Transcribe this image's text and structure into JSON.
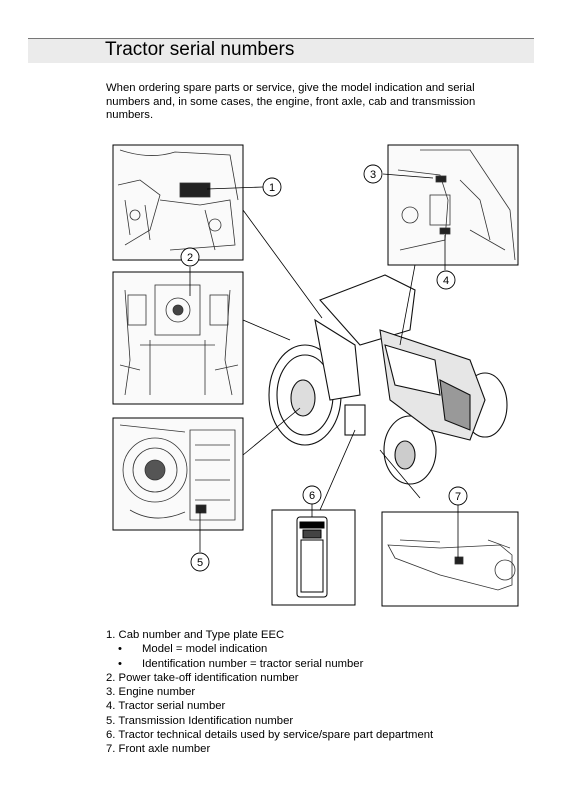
{
  "page": {
    "title": "Tractor serial numbers",
    "intro": "When ordering spare parts or service, give the model indication and serial numbers and, in some cases, the engine, front axle, cab and transmission numbers."
  },
  "callouts": [
    "1",
    "2",
    "3",
    "4",
    "5",
    "6",
    "7"
  ],
  "legend": {
    "item1": "1.  Cab number and Type plate EEC",
    "sub1": "Model = model indication",
    "sub2": "Identification number = tractor serial number",
    "item2": "2.  Power take-off identification number",
    "item3": "3.  Engine number",
    "item4": "4.  Tractor serial number",
    "item5": "5.  Transmission Identification number",
    "item6": "6.  Tractor technical details used by service/spare part department",
    "item7": "7.  Front axle number",
    "bullet": "•"
  }
}
